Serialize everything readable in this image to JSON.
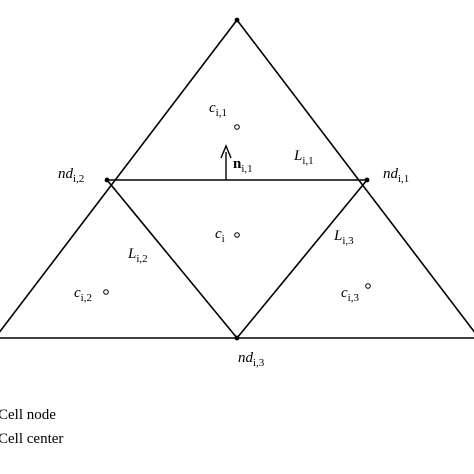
{
  "labels": {
    "c_i1": {
      "base": "c",
      "sub": "i,1"
    },
    "c_i": {
      "base": "c",
      "sub": "i"
    },
    "c_i2": {
      "base": "c",
      "sub": "i,2"
    },
    "c_i3": {
      "base": "c",
      "sub": "i,3"
    },
    "n_i1": {
      "base": "n",
      "sub": "i,1"
    },
    "L_i1": {
      "base": "L",
      "sub": "i,1"
    },
    "L_i2": {
      "base": "L",
      "sub": "i,2"
    },
    "L_i3": {
      "base": "L",
      "sub": "i,3"
    },
    "nd_i1": {
      "base": "nd",
      "sub": "i,1"
    },
    "nd_i2": {
      "base": "nd",
      "sub": "i,2"
    },
    "nd_i3": {
      "base": "nd",
      "sub": "i,3"
    }
  },
  "legend": {
    "node": "Cell node",
    "center": "Cell center"
  }
}
